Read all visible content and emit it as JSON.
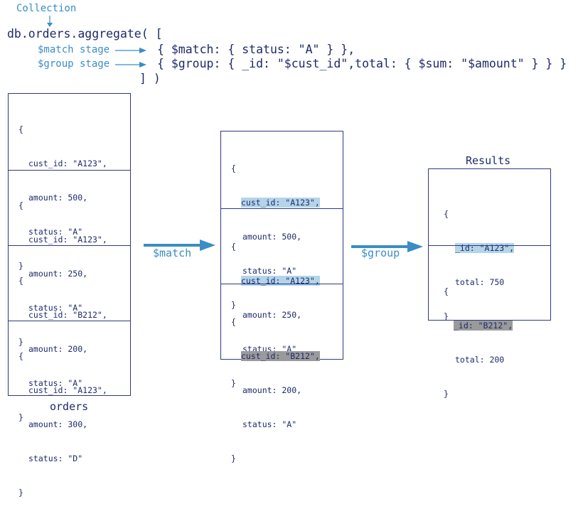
{
  "header": {
    "collection_label": "Collection",
    "line1": "db.orders.aggregate( [",
    "match_stage_label": "$match stage",
    "group_stage_label": "$group stage",
    "match_code": "{ $match: { status: \"A\" } },",
    "group_code": "{ $group: { _id: \"$cust_id\",total: { $sum: \"$amount\" } } }",
    "closing": "] )"
  },
  "orders": {
    "caption": "orders",
    "documents": [
      {
        "open": "{",
        "cust_id": "cust_id: \"A123\",",
        "amount": "amount: 500,",
        "status": "status: \"A\"",
        "close": "}"
      },
      {
        "open": "{",
        "cust_id": "cust_id: \"A123\",",
        "amount": "amount: 250,",
        "status": "status: \"A\"",
        "close": "}"
      },
      {
        "open": "{",
        "cust_id": "cust_id: \"B212\",",
        "amount": "amount: 200,",
        "status": "status: \"A\"",
        "close": "}"
      },
      {
        "open": "{",
        "cust_id": "cust_id: \"A123\",",
        "amount": "amount: 300,",
        "status": "status: \"D\"",
        "close": "}"
      }
    ]
  },
  "match_arrow": {
    "label": "$match"
  },
  "matched": {
    "documents": [
      {
        "open": "{",
        "cust_id": "cust_id: \"A123\",",
        "amount": "amount: 500,",
        "status": "status: \"A\"",
        "close": "}",
        "highlight": "blue"
      },
      {
        "open": "{",
        "cust_id": "cust_id: \"A123\",",
        "amount": "amount: 250,",
        "status": "status: \"A\"",
        "close": "}",
        "highlight": "blue"
      },
      {
        "open": "{",
        "cust_id": "cust_id: \"B212\",",
        "amount": "amount: 200,",
        "status": "status: \"A\"",
        "close": "}",
        "highlight": "gray"
      }
    ]
  },
  "group_arrow": {
    "label": "$group"
  },
  "results": {
    "title": "Results",
    "documents": [
      {
        "open": "{",
        "id": "_id: \"A123\",",
        "total": "total: 750",
        "close": "}",
        "highlight": "blue"
      },
      {
        "open": "{",
        "id": "_id: \"B212\",",
        "total": "total: 200",
        "close": "}",
        "highlight": "gray"
      }
    ]
  },
  "colors": {
    "accent_blue": "#3a8dc5",
    "navy": "#1f2a6b",
    "highlight_blue": "#b4d4ea",
    "highlight_gray": "#9a9a9a"
  }
}
